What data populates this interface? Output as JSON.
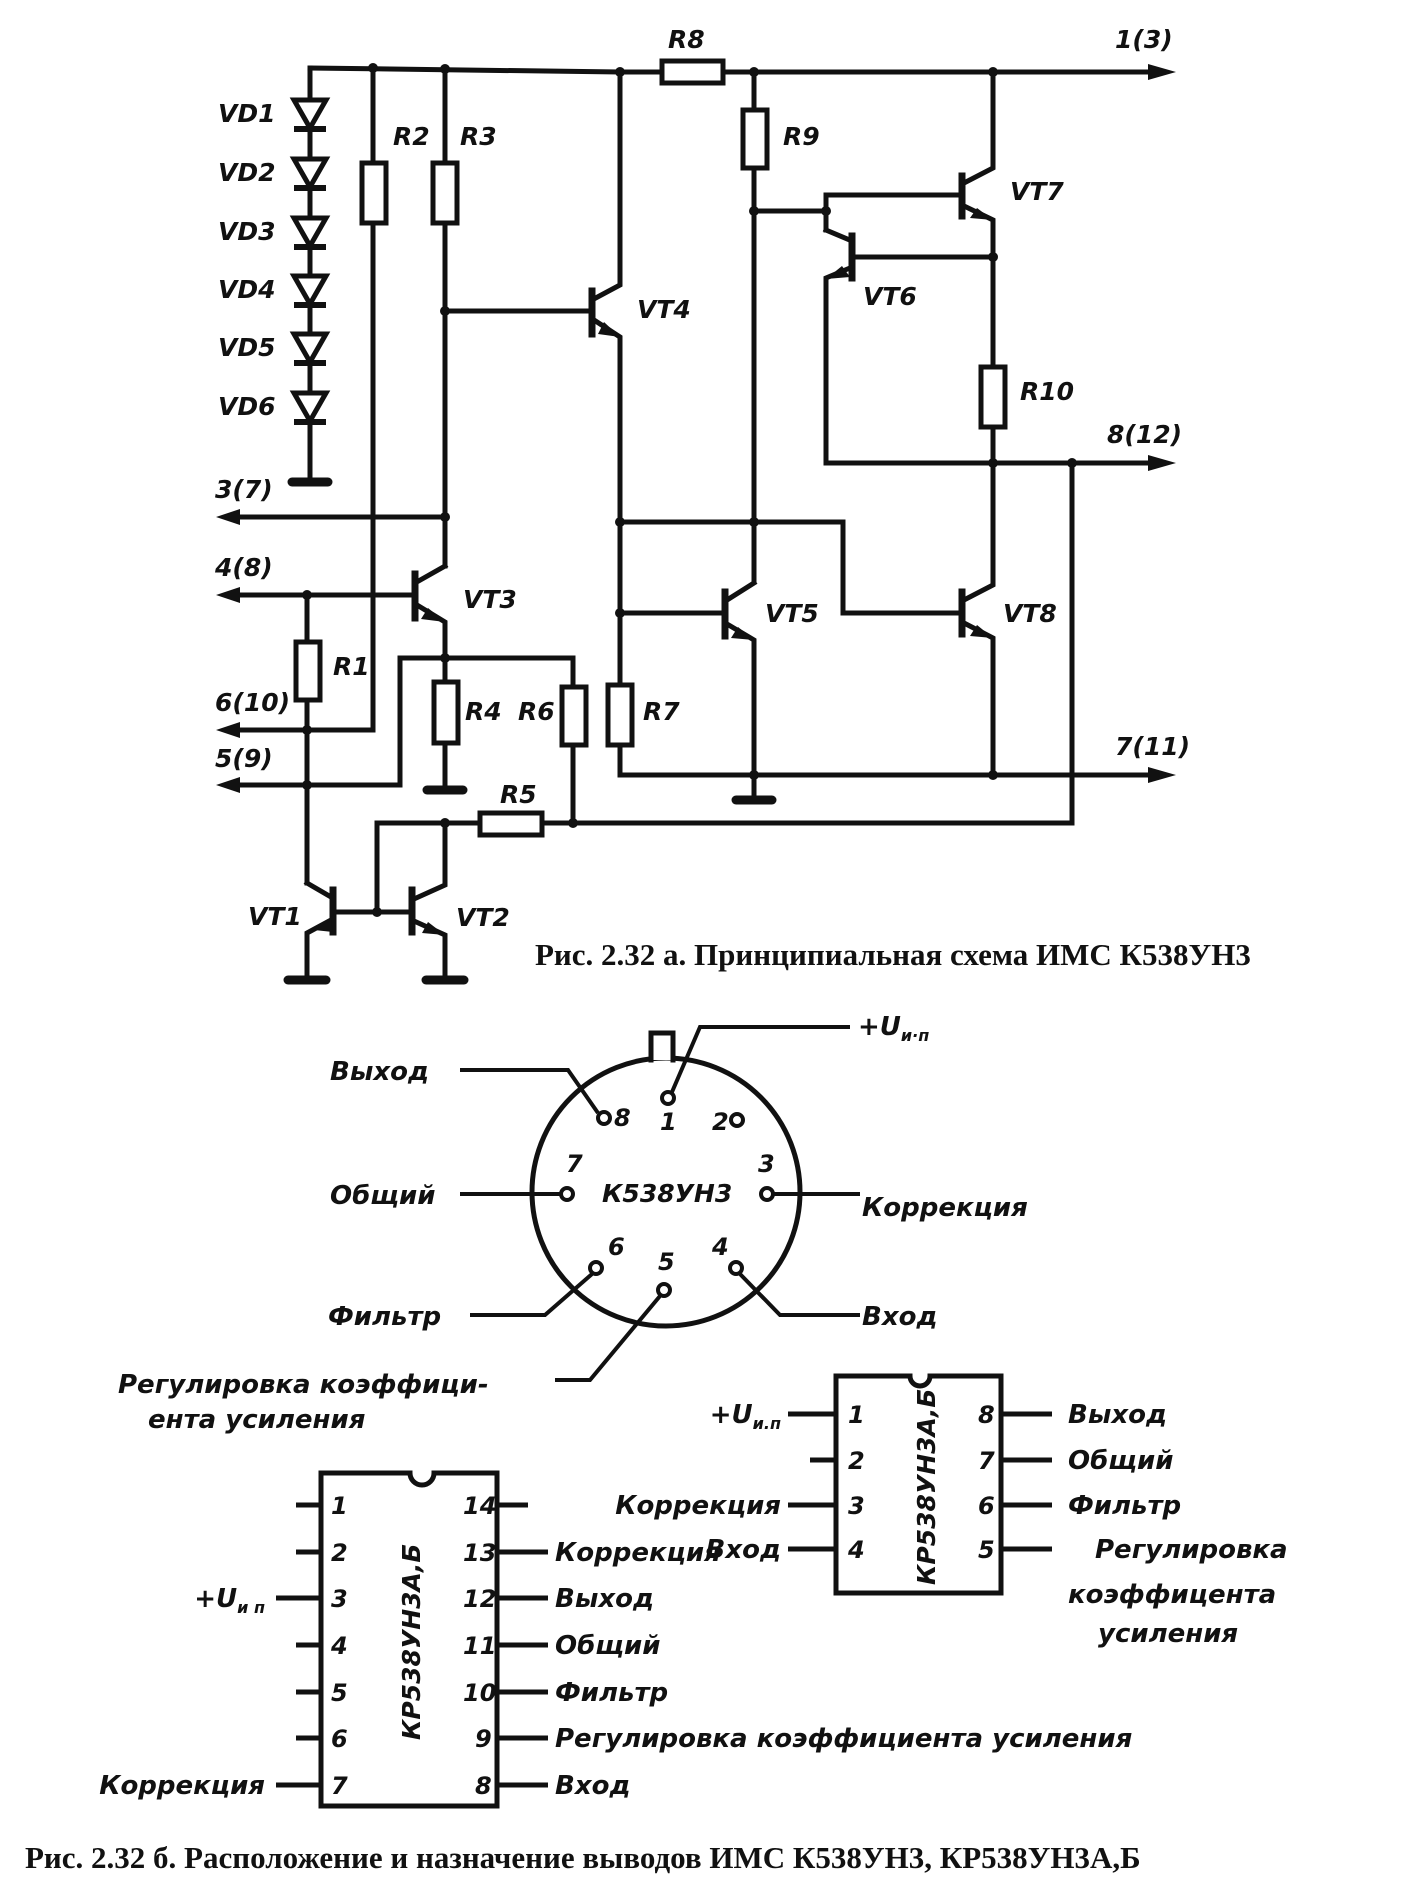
{
  "schematic": {
    "title": "Рис. 2.32 а. Принципиальная схема ИМС К538УН3",
    "diodes": [
      "VD1",
      "VD2",
      "VD3",
      "VD4",
      "VD5",
      "VD6"
    ],
    "resistors": {
      "r1": "R1",
      "r2": "R2",
      "r3": "R3",
      "r4": "R4",
      "r5": "R5",
      "r6": "R6",
      "r7": "R7",
      "r8": "R8",
      "r9": "R9",
      "r10": "R10"
    },
    "transistors": {
      "vt1": "VT1",
      "vt2": "VT2",
      "vt3": "VT3",
      "vt4": "VT4",
      "vt5": "VT5",
      "vt6": "VT6",
      "vt7": "VT7",
      "vt8": "VT8"
    },
    "terminals": {
      "t1": "1(3)",
      "t3": "3(7)",
      "t4": "4(8)",
      "t5": "5(9)",
      "t6": "6(10)",
      "t7": "7(11)",
      "t8": "8(12)"
    }
  },
  "round_package": {
    "chip_name": "К538УН3",
    "pins": {
      "p1": "1",
      "p2": "2",
      "p3": "3",
      "p4": "4",
      "p5": "5",
      "p6": "6",
      "p7": "7",
      "p8": "8"
    },
    "labels": {
      "vcc": "+U",
      "vcc_sub": "и·п",
      "output": "Выход",
      "common": "Общий",
      "correction": "Коррекция",
      "filter": "Фильтр",
      "input": "Вход",
      "gain_line1": "Регулировка коэффици-",
      "gain_line2": "ента усиления"
    }
  },
  "dip8": {
    "chip_name": "КР538УН3А,Б",
    "left_pins": [
      {
        "num": "1",
        "label": "+U",
        "sub": "и.п"
      },
      {
        "num": "2",
        "label": ""
      },
      {
        "num": "3",
        "label": "Коррекция"
      },
      {
        "num": "4",
        "label": "Вход"
      }
    ],
    "right_pins": [
      {
        "num": "8",
        "label": "Выход"
      },
      {
        "num": "7",
        "label": "Общий"
      },
      {
        "num": "6",
        "label": "Фильтр"
      },
      {
        "num": "5",
        "label": "Регулировка"
      }
    ],
    "gain_line2": "коэффицента",
    "gain_line3": "усиления"
  },
  "dip14": {
    "chip_name": "КР538УН3А,Б",
    "left_pins": [
      {
        "num": "1",
        "label": ""
      },
      {
        "num": "2",
        "label": ""
      },
      {
        "num": "3",
        "label": "+U",
        "sub": "и п"
      },
      {
        "num": "4",
        "label": ""
      },
      {
        "num": "5",
        "label": ""
      },
      {
        "num": "6",
        "label": ""
      },
      {
        "num": "7",
        "label": "Коррекция"
      }
    ],
    "right_pins": [
      {
        "num": "14",
        "label": ""
      },
      {
        "num": "13",
        "label": "Коррекция"
      },
      {
        "num": "12",
        "label": "Выход"
      },
      {
        "num": "11",
        "label": "Общий"
      },
      {
        "num": "10",
        "label": "Фильтр"
      },
      {
        "num": "9",
        "label": "Регулировка коэффициента усиления"
      },
      {
        "num": "8",
        "label": "Вход"
      }
    ]
  },
  "caption_b": "Рис. 2.32 б. Расположение и назначение выводов ИМС К538УН3, КР538УН3А,Б"
}
